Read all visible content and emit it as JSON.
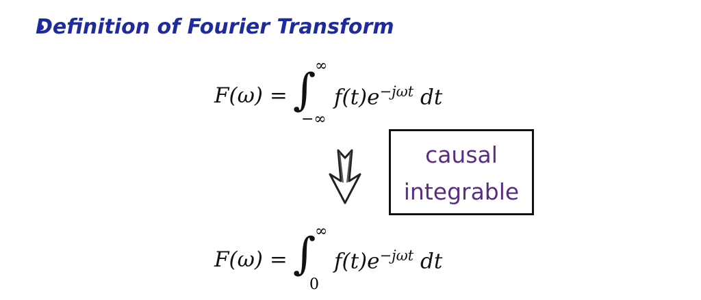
{
  "title": "Definition of Fourier Transform",
  "equation1": {
    "lhs": "F(ω) =",
    "upper": "∞",
    "lower": "−∞",
    "integrand": "f(t)e",
    "exponent": "−jωt",
    "dt": "dt"
  },
  "equation2": {
    "lhs": "F(ω) =",
    "upper": "∞",
    "lower": "0",
    "integrand": "f(t)e",
    "exponent": "−jωt",
    "dt": "dt"
  },
  "conditions": {
    "line1": "causal",
    "line2": "integrable"
  },
  "colors": {
    "title": "#1f2a9c",
    "conditions": "#5a2d82"
  }
}
